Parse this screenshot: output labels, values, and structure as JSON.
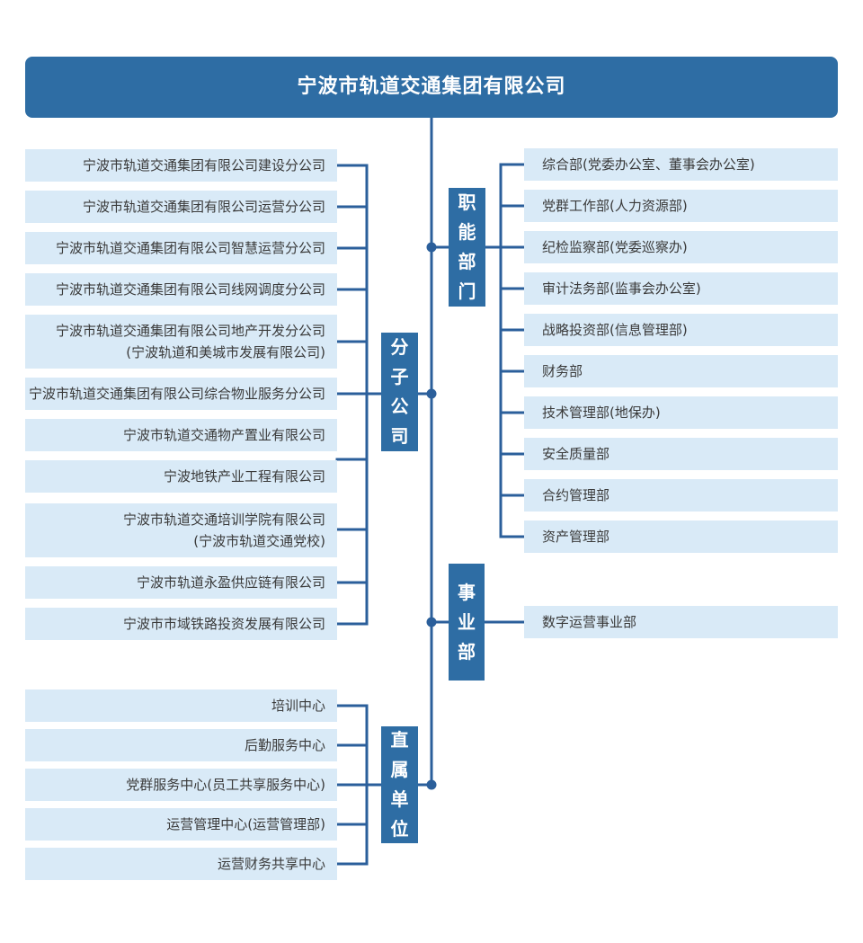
{
  "header": {
    "title": "宁波市轨道交通集团有限公司"
  },
  "colors": {
    "primary_blue": "#2e6da4",
    "connector_blue": "#2b5f9b",
    "node_background": "#d9eaf7",
    "node_text": "#3a3a3a"
  },
  "groups": {
    "subsidiaries": {
      "label": "分子公司",
      "items": [
        [
          "宁波市轨道交通集团有限公司建设分公司"
        ],
        [
          "宁波市轨道交通集团有限公司运营分公司"
        ],
        [
          "宁波市轨道交通集团有限公司智慧运营分公司"
        ],
        [
          "宁波市轨道交通集团有限公司线网调度分公司"
        ],
        [
          "宁波市轨道交通集团有限公司地产开发分公司",
          "(宁波轨道和美城市发展有限公司)"
        ],
        [
          "宁波市轨道交通集团有限公司综合物业服务分公司"
        ],
        [
          "宁波市轨道交通物产置业有限公司"
        ],
        [
          "宁波地铁产业工程有限公司"
        ],
        [
          "宁波市轨道交通培训学院有限公司",
          "(宁波市轨道交通党校)"
        ],
        [
          "宁波市轨道永盈供应链有限公司"
        ],
        [
          "宁波市市域铁路投资发展有限公司"
        ]
      ]
    },
    "departments": {
      "label": "职能部门",
      "items": [
        "综合部(党委办公室、董事会办公室)",
        "党群工作部(人力资源部)",
        "纪检监察部(党委巡察办)",
        "审计法务部(监事会办公室)",
        "战略投资部(信息管理部)",
        "财务部",
        "技术管理部(地保办)",
        "安全质量部",
        "合约管理部",
        "资产管理部"
      ]
    },
    "business_units": {
      "label": "事业部",
      "items": [
        "数字运营事业部"
      ]
    },
    "direct_units": {
      "label": "直属单位",
      "items": [
        "培训中心",
        "后勤服务中心",
        "党群服务中心(员工共享服务中心)",
        "运营管理中心(运营管理部)",
        "运营财务共享中心"
      ]
    }
  }
}
